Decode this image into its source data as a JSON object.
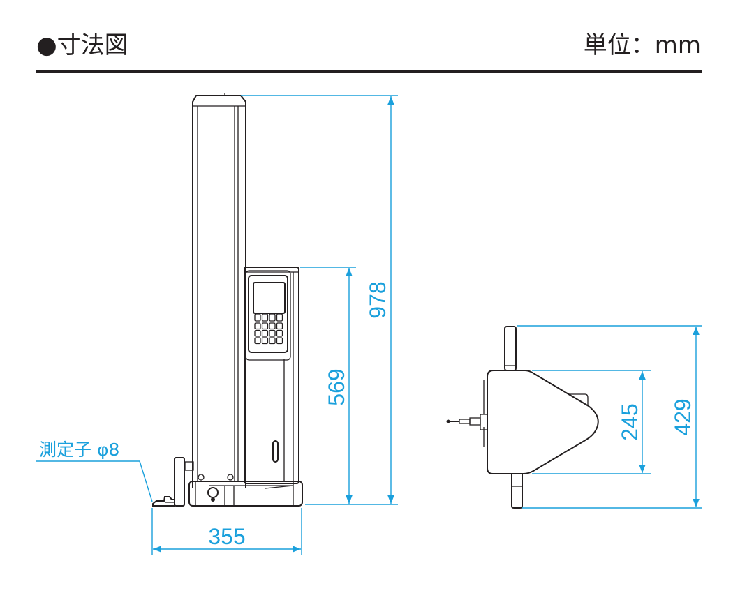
{
  "header": {
    "title": "●寸法図",
    "unit": "単位：mm"
  },
  "dimensions": {
    "total_height": "978",
    "display_height": "569",
    "base_width": "355",
    "head_depth": "245",
    "handle_span": "429"
  },
  "labels": {
    "probe": "測定子 φ8"
  },
  "colors": {
    "dimension": "#1aa0dc",
    "outline": "#231f20"
  }
}
